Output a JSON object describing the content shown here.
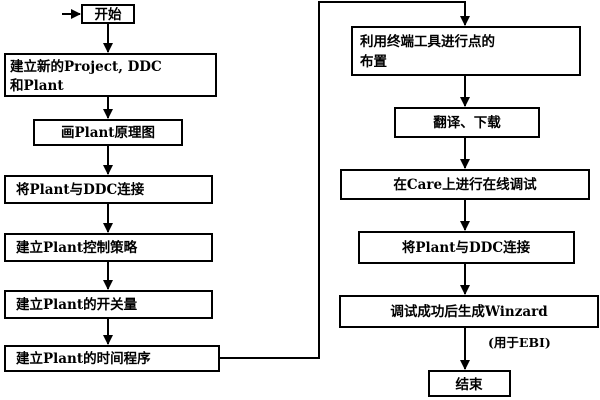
{
  "flowchart": {
    "left_column": [
      {
        "id": "start",
        "label": "开始"
      },
      {
        "id": "create-project",
        "label_line1": "建立新的Project, DDC",
        "label_line2": "和Plant"
      },
      {
        "id": "draw-schematic",
        "label": "画Plant原理图"
      },
      {
        "id": "connect-plant-ddc",
        "label": "将Plant与DDC连接"
      },
      {
        "id": "control-strategy",
        "label": "建立Plant控制策略"
      },
      {
        "id": "switch-values",
        "label": "建立Plant的开关量"
      },
      {
        "id": "time-program",
        "label": "建立Plant的时间程序"
      }
    ],
    "right_column": [
      {
        "id": "layout-points",
        "label_line1": "利用终端工具进行点的",
        "label_line2": "布置"
      },
      {
        "id": "translate-download",
        "label": "翻译、下载"
      },
      {
        "id": "online-debug",
        "label": "在Care上进行在线调试"
      },
      {
        "id": "connect-plant-ddc-2",
        "label": "将Plant与DDC连接"
      },
      {
        "id": "generate-winzard",
        "label": "调试成功后生成Winzard"
      },
      {
        "id": "end",
        "label": "结束"
      }
    ],
    "winzard_note": "(用于EBI)"
  }
}
